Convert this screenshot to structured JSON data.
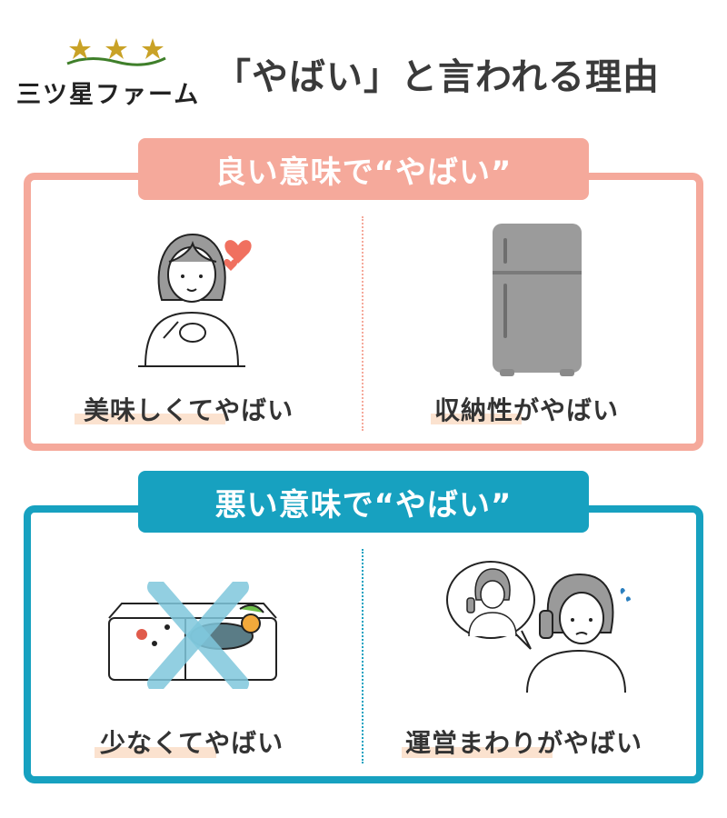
{
  "logo": {
    "text": "三ツ星ファーム",
    "star_color": "#c9a227",
    "accent_color": "#3f7f2a"
  },
  "headline": "「やばい」と言われる理由",
  "colors": {
    "good": "#f5a99b",
    "bad": "#17a1c0",
    "highlight": "#fbe2cf"
  },
  "good_section": {
    "title": "良い意味で“やばい”",
    "items": [
      {
        "caption": "美味しくてやばい",
        "illustration": "woman-eating-icon"
      },
      {
        "caption": "収納性がやばい",
        "illustration": "refrigerator-icon"
      }
    ]
  },
  "bad_section": {
    "title": "悪い意味で“やばい”",
    "items": [
      {
        "caption": "少なくてやばい",
        "illustration": "bento-crossed-icon"
      },
      {
        "caption": "運営まわりがやばい",
        "illustration": "phone-call-icon"
      }
    ]
  }
}
